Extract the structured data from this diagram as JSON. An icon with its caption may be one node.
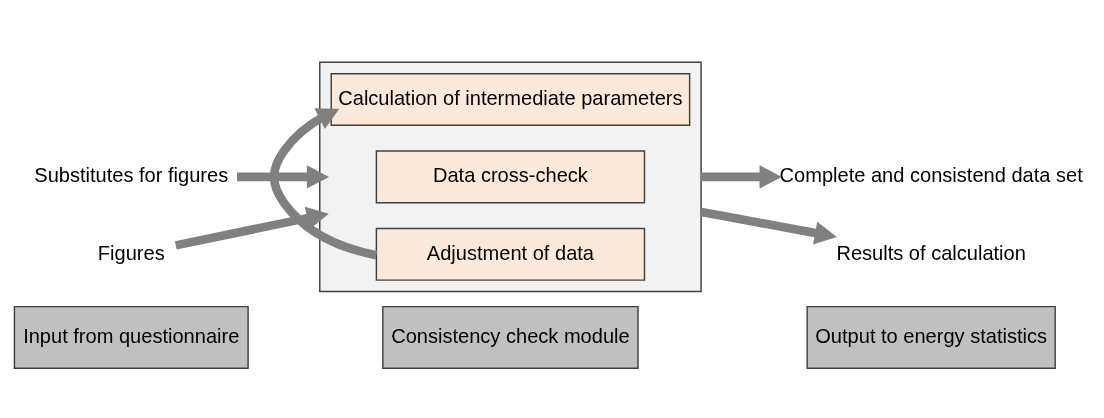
{
  "diagram": {
    "nodes": [
      {
        "text": [
          "Input from questionnaire"
        ]
      },
      {
        "text": [
          "Consistency check module"
        ]
      },
      {
        "text": [
          "Output to energy statistics"
        ]
      },
      {
        "text": [
          "Figures"
        ]
      },
      {
        "text": [
          "Substitutes for figures"
        ]
      },
      {
        "text": [],
        "shape": "box"
      },
      {
        "text": [
          "Calculation of intermediate parameters"
        ],
        "in": 5
      },
      {
        "text": [
          "Data cross-check"
        ],
        "in": 5
      },
      {
        "text": [
          "Adjustment of data"
        ],
        "in": 5
      },
      {
        "text": [
          "Results of calculation"
        ]
      },
      {
        "text": [
          "Complete and consistend data set"
        ]
      }
    ],
    "edges": [
      {
        "from": 3,
        "to": 5,
        "arrow": "to"
      },
      {
        "from": 4,
        "to": 5,
        "arrow": "to"
      },
      {
        "from": 5,
        "to": 9,
        "arrow": "to"
      },
      {
        "from": 5,
        "to": 10,
        "arrow": "to"
      },
      {
        "from": 8,
        "to": 6,
        "arrow": "to"
      }
    ]
  }
}
